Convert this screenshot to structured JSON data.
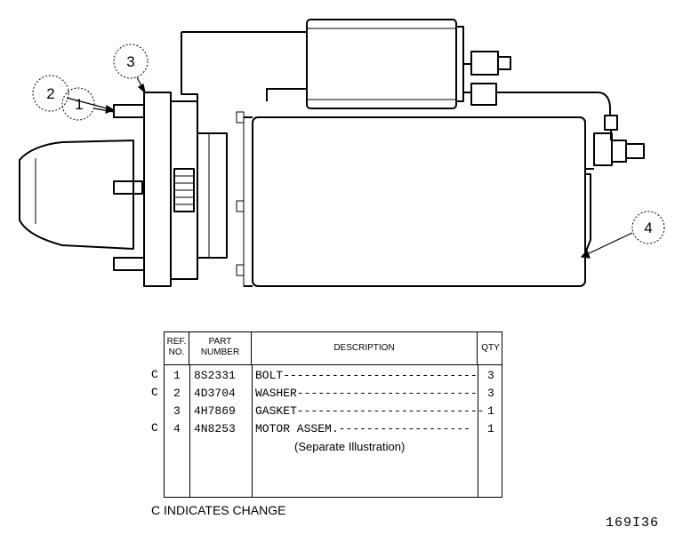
{
  "callouts": [
    {
      "id": "callout-1",
      "label": "1"
    },
    {
      "id": "callout-2",
      "label": "2"
    },
    {
      "id": "callout-3",
      "label": "3"
    },
    {
      "id": "callout-4",
      "label": "4"
    }
  ],
  "table": {
    "headers": {
      "ref_no": "REF. NO.",
      "part_number": "PART NUMBER",
      "description": "DESCRIPTION",
      "qty": "QTY"
    },
    "rows": [
      {
        "change": "C",
        "ref": "1",
        "part": "8S2331",
        "desc": "BOLT----------------------------",
        "qty": "3"
      },
      {
        "change": "C",
        "ref": "2",
        "part": "4D3704",
        "desc": "WASHER--------------------------",
        "qty": "3"
      },
      {
        "change": "",
        "ref": "3",
        "part": "4H7869",
        "desc": "GASKET---------------------------",
        "qty": "1"
      },
      {
        "change": "C",
        "ref": "4",
        "part": "4N8253",
        "desc": "MOTOR ASSEM.-------------------",
        "qty": "1"
      }
    ],
    "note": "(Separate Illustration)"
  },
  "legend": "C INDICATES CHANGE",
  "figure_id": "169I36"
}
